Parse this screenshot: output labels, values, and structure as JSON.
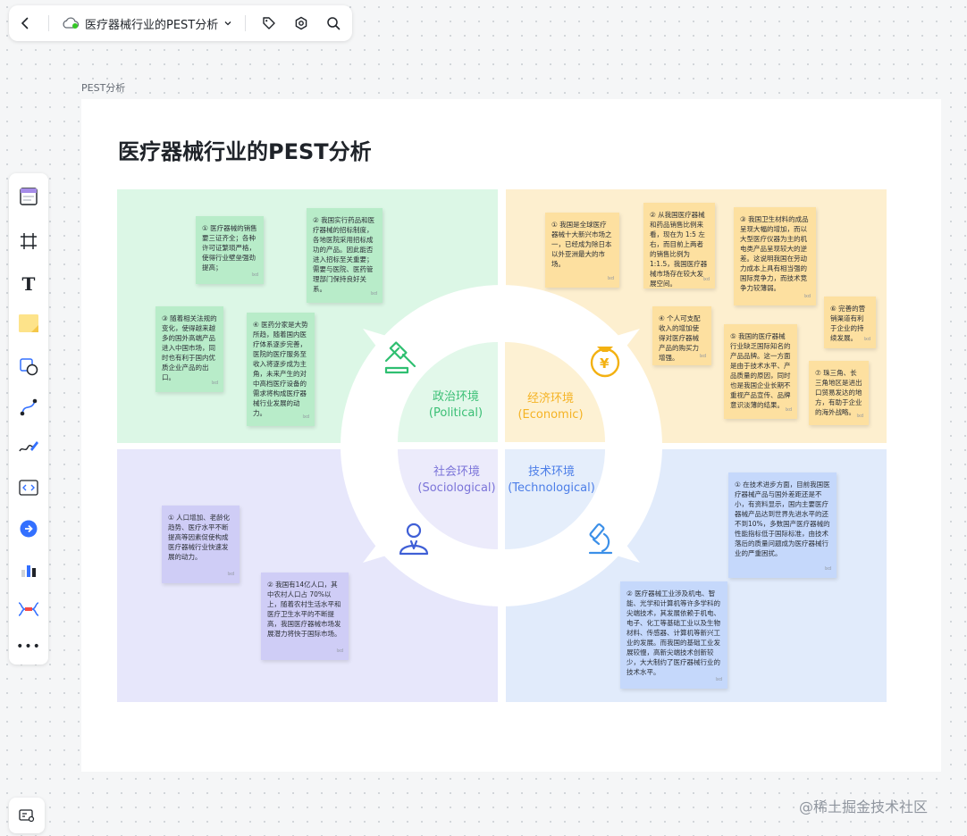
{
  "toolbar": {
    "back_icon": "chevron-left-icon",
    "doc_title": "医疗器械行业的PEST分析",
    "cloud_icon": "cloud-saved-icon",
    "dropdown_icon": "chevron-down-icon",
    "tag_icon": "tag-icon",
    "settings_icon": "gear-icon",
    "search_icon": "search-icon"
  },
  "palette": {
    "tools": [
      "template-icon",
      "frame-icon",
      "text-icon",
      "sticky-note-icon",
      "shape-icon",
      "connector-icon",
      "pen-icon",
      "code-block-icon",
      "embed-icon",
      "chart-icon",
      "mindmap-icon",
      "more-icon"
    ],
    "text_tool_label": "T",
    "more_label": "•••"
  },
  "frame": {
    "label": "PEST分析"
  },
  "board": {
    "title": "医疗器械行业的PEST分析",
    "political": {
      "label": "政治环境",
      "sub": "(Political)",
      "color": "#3bbf75"
    },
    "economic": {
      "label": "经济环境",
      "sub": "(Economic)",
      "color": "#f5b324"
    },
    "sociological": {
      "label": "社会环境",
      "sub": "(Sociological)",
      "color": "#7b74d9"
    },
    "technological": {
      "label": "技术环境",
      "sub": "(Technological)",
      "color": "#4c7ee8"
    },
    "economic_symbol": "¥"
  },
  "notes": {
    "p1": "① 医疗器械的销售要三证齐全；各种许可证繁琐严格，使得行业壁垒强劲提高；",
    "p2": "② 我国实行药品和医疗器械的招标制度，各地医院采用招标成功的产品。因此能否进入招标至关重要；需要与医院、医药管理部门保持良好关系。",
    "p3": "③ 随着相关法规的变化，使得越来越多的国外高端产品进入中国市场，同时也有利于国内优质企业产品的出口。",
    "p4": "④ 医药分家是大势所趋，随着国内医疗体系逐步完善，医院的医疗服务至收入将逐步成为主角，未来产生的对中高档医疗设备的需求将构成医疗器械行业发展的动力。",
    "e1": "① 我国是全球医疗器械十大新兴市场之一，已经成为除日本以外亚洲最大的市场。",
    "e2": "② 从我国医疗器械和药品销售比例来看，现在为 1:5 左右，而目前上两者的销售比例为 1:1.5，我国医疗器械市场存在较大发展空间。",
    "e3": "③ 我国卫生材料的成品呈现大幅的增加，而以大型医疗仪器为主的机电类产品呈现较大的逆差。这说明我国在劳动力成本上具有相当强的国际竞争力，而技术竞争力较薄弱。",
    "e4": "④ 个人可支配收入的增加使得对医疗器械产品的购买力增强。",
    "e5": "⑤ 我国的医疗器械行业缺乏国际知名的产品品牌。这一方面是由于技术水平、产品质量的原因，同时也是我国企业长期不重视产品宣传、品牌意识淡薄的结果。",
    "e6": "⑥ 完善的营销渠道有利于企业的持续发展。",
    "e7": "⑦ 珠三角、长三角地区是进出口贸易发达的地方，有助于企业的海外战略。",
    "s1": "① 人口增加、老龄化趋势、医疗水平不断提高等因素促使构成医疗器械行业快速发展的动力。",
    "s2": "② 我国有14亿人口，其中农村人口占 70%以上，随着农村生活水平和医疗卫生水平的不断提高，我国医疗器械市场发展潜力将快于国际市场。",
    "t1": "① 在技术进步方面，目前我国医疗器械产品与国外差距还是不小，有资料显示，国内主要医疗器械产品达到世界先进水平的还不到10%，多数国产医疗器械的性能指标低于国际标准，由技术落后的质量问题成为医疗器械行业的严重困扰。",
    "t2": "② 医疗器械工业涉及机电、智能、光学和计算机等许多学科的尖端技术，其发展依赖于机电、电子、化工等基础工业以及生物材料、传感器、计算机等新兴工业的发展。而我国的基础工业发展较慢，高新尖端技术创新较少，大大制约了医疗器械行业的技术水平。",
    "author": "lxd"
  },
  "watermark": "@稀土掘金技术社区"
}
